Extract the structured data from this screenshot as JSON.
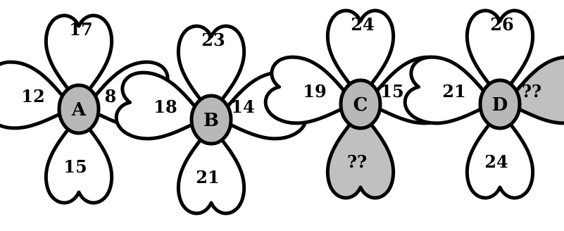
{
  "flowers": [
    {
      "center": "A",
      "petals": {
        "top": "17",
        "left": "12",
        "right": "8",
        "bottom": "15"
      },
      "shaded": []
    },
    {
      "center": "B",
      "petals": {
        "top": "23",
        "left": "18",
        "right": "14",
        "bottom": "21"
      },
      "shaded": []
    },
    {
      "center": "C",
      "petals": {
        "top": "24",
        "left": "19",
        "right": "15",
        "bottom": "??"
      },
      "shaded": [
        "bottom"
      ]
    },
    {
      "center": "D",
      "petals": {
        "top": "26",
        "left": "21",
        "right": "??",
        "bottom": "24"
      },
      "shaded": [
        "right"
      ]
    }
  ],
  "colors": {
    "shaded_petal": "#c0c0c0",
    "center": "#b8b8b8",
    "outline": "#000000"
  }
}
